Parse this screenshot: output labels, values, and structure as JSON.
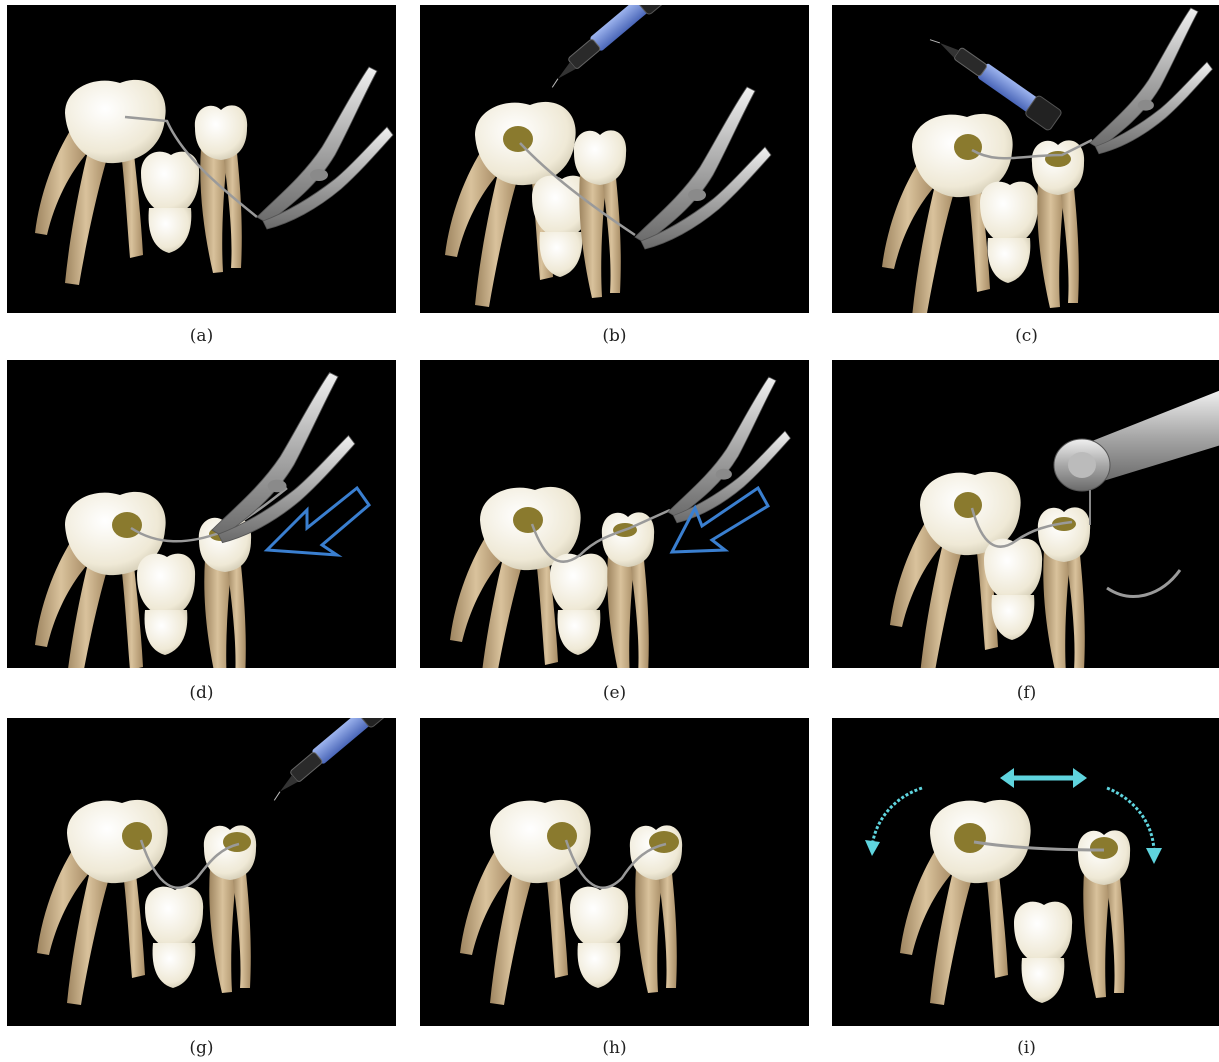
{
  "figure": {
    "panels": [
      {
        "id": "a",
        "caption": "(a)"
      },
      {
        "id": "b",
        "caption": "(b)"
      },
      {
        "id": "c",
        "caption": "(c)"
      },
      {
        "id": "d",
        "caption": "(d)"
      },
      {
        "id": "e",
        "caption": "(e)"
      },
      {
        "id": "f",
        "caption": "(f)"
      },
      {
        "id": "g",
        "caption": "(g)"
      },
      {
        "id": "h",
        "caption": "(h)"
      },
      {
        "id": "i",
        "caption": "(i)"
      }
    ]
  },
  "colors": {
    "background": "#000000",
    "tooth_crown": "#f3efe0",
    "tooth_root": "#cdb48e",
    "composite": "#8a7a2e",
    "wire": "#9a9a9a",
    "arrow": "#3a7fd0",
    "motion_arrow": "#5fd4de",
    "syringe": "#6f8fd6",
    "instrument": "#c8c8c8"
  }
}
